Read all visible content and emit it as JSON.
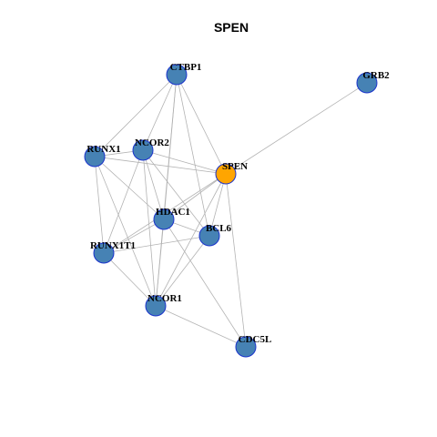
{
  "graph": {
    "title": "SPEN",
    "node_color": "#4682b4",
    "focus_color": "#ffa500",
    "border_color": "#1a33cc",
    "edge_color": "#b3b3b3",
    "nodes": [
      {
        "id": "CTBP1",
        "label": "CTBP1",
        "focus": false
      },
      {
        "id": "GRB2",
        "label": "GRB2",
        "focus": false
      },
      {
        "id": "RUNX1",
        "label": "RUNX1",
        "focus": false
      },
      {
        "id": "NCOR2",
        "label": "NCOR2",
        "focus": false
      },
      {
        "id": "SPEN",
        "label": "SPEN",
        "focus": true
      },
      {
        "id": "HDAC1",
        "label": "HDAC1",
        "focus": false
      },
      {
        "id": "BCL6",
        "label": "BCL6",
        "focus": false
      },
      {
        "id": "RUNX1T1",
        "label": "RUNX1T1",
        "focus": false
      },
      {
        "id": "NCOR1",
        "label": "NCOR1",
        "focus": false
      },
      {
        "id": "CDC5L",
        "label": "CDC5L",
        "focus": false
      }
    ],
    "edges": [
      [
        "SPEN",
        "GRB2"
      ],
      [
        "CTBP1",
        "RUNX1"
      ],
      [
        "CTBP1",
        "NCOR2"
      ],
      [
        "CTBP1",
        "SPEN"
      ],
      [
        "CTBP1",
        "HDAC1"
      ],
      [
        "CTBP1",
        "BCL6"
      ],
      [
        "CTBP1",
        "NCOR1"
      ],
      [
        "RUNX1",
        "NCOR2"
      ],
      [
        "RUNX1",
        "SPEN"
      ],
      [
        "RUNX1",
        "HDAC1"
      ],
      [
        "RUNX1",
        "RUNX1T1"
      ],
      [
        "RUNX1",
        "NCOR1"
      ],
      [
        "NCOR2",
        "SPEN"
      ],
      [
        "NCOR2",
        "HDAC1"
      ],
      [
        "NCOR2",
        "BCL6"
      ],
      [
        "NCOR2",
        "RUNX1T1"
      ],
      [
        "NCOR2",
        "NCOR1"
      ],
      [
        "SPEN",
        "HDAC1"
      ],
      [
        "SPEN",
        "BCL6"
      ],
      [
        "SPEN",
        "RUNX1T1"
      ],
      [
        "SPEN",
        "NCOR1"
      ],
      [
        "SPEN",
        "CDC5L"
      ],
      [
        "HDAC1",
        "BCL6"
      ],
      [
        "HDAC1",
        "RUNX1T1"
      ],
      [
        "HDAC1",
        "NCOR1"
      ],
      [
        "HDAC1",
        "CDC5L"
      ],
      [
        "BCL6",
        "RUNX1T1"
      ],
      [
        "BCL6",
        "NCOR1"
      ],
      [
        "RUNX1T1",
        "NCOR1"
      ],
      [
        "NCOR1",
        "CDC5L"
      ]
    ]
  }
}
